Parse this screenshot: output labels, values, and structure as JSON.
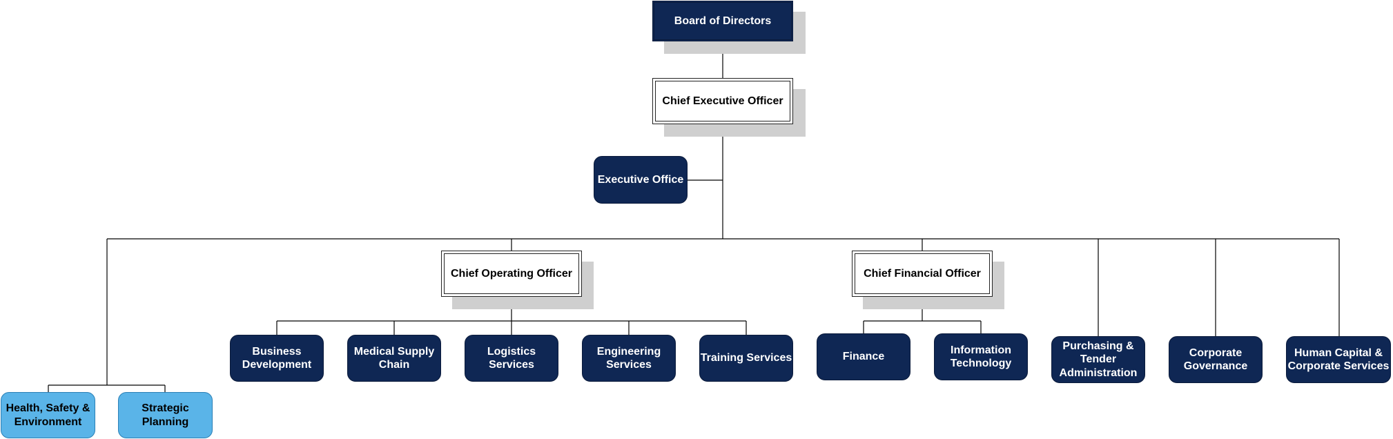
{
  "board": "Board of Directors",
  "ceo": "Chief Executive Officer",
  "executive_office": "Executive Office",
  "coo": "Chief Operating Officer",
  "cfo": "Chief Financial Officer",
  "coo_units": [
    "Business\nDevelopment",
    "Medical Supply\nChain",
    "Logistics\nServices",
    "Engineering\nServices",
    "Training Services"
  ],
  "cfo_units": [
    "Finance",
    "Information\nTechnology"
  ],
  "direct_units": [
    "Purchasing &\nTender\nAdministration",
    "Corporate\nGovernance",
    "Human Capital &\nCorporate Services"
  ],
  "left_units": [
    "Health, Safety &\nEnvironment",
    "Strategic\nPlanning"
  ],
  "colors": {
    "navy": "#0f2754",
    "light_blue": "#5ab4e8",
    "shadow": "#cfcfcf"
  }
}
